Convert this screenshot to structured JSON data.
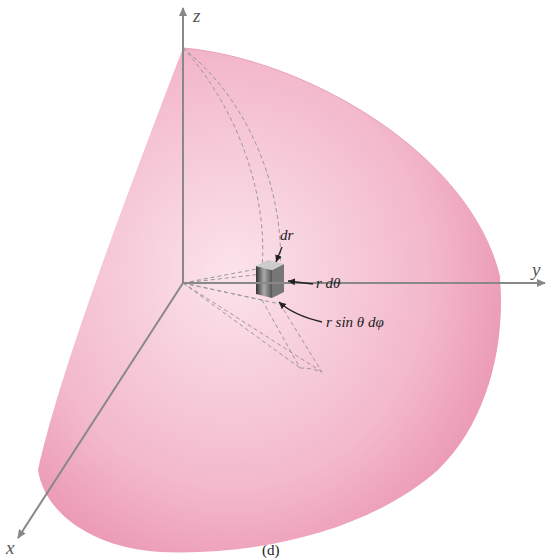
{
  "diagram": {
    "labels": [
      "z",
      "y",
      "x",
      "dr",
      "r dθ",
      "r sin θ dφ",
      "(d)"
    ]
  }
}
